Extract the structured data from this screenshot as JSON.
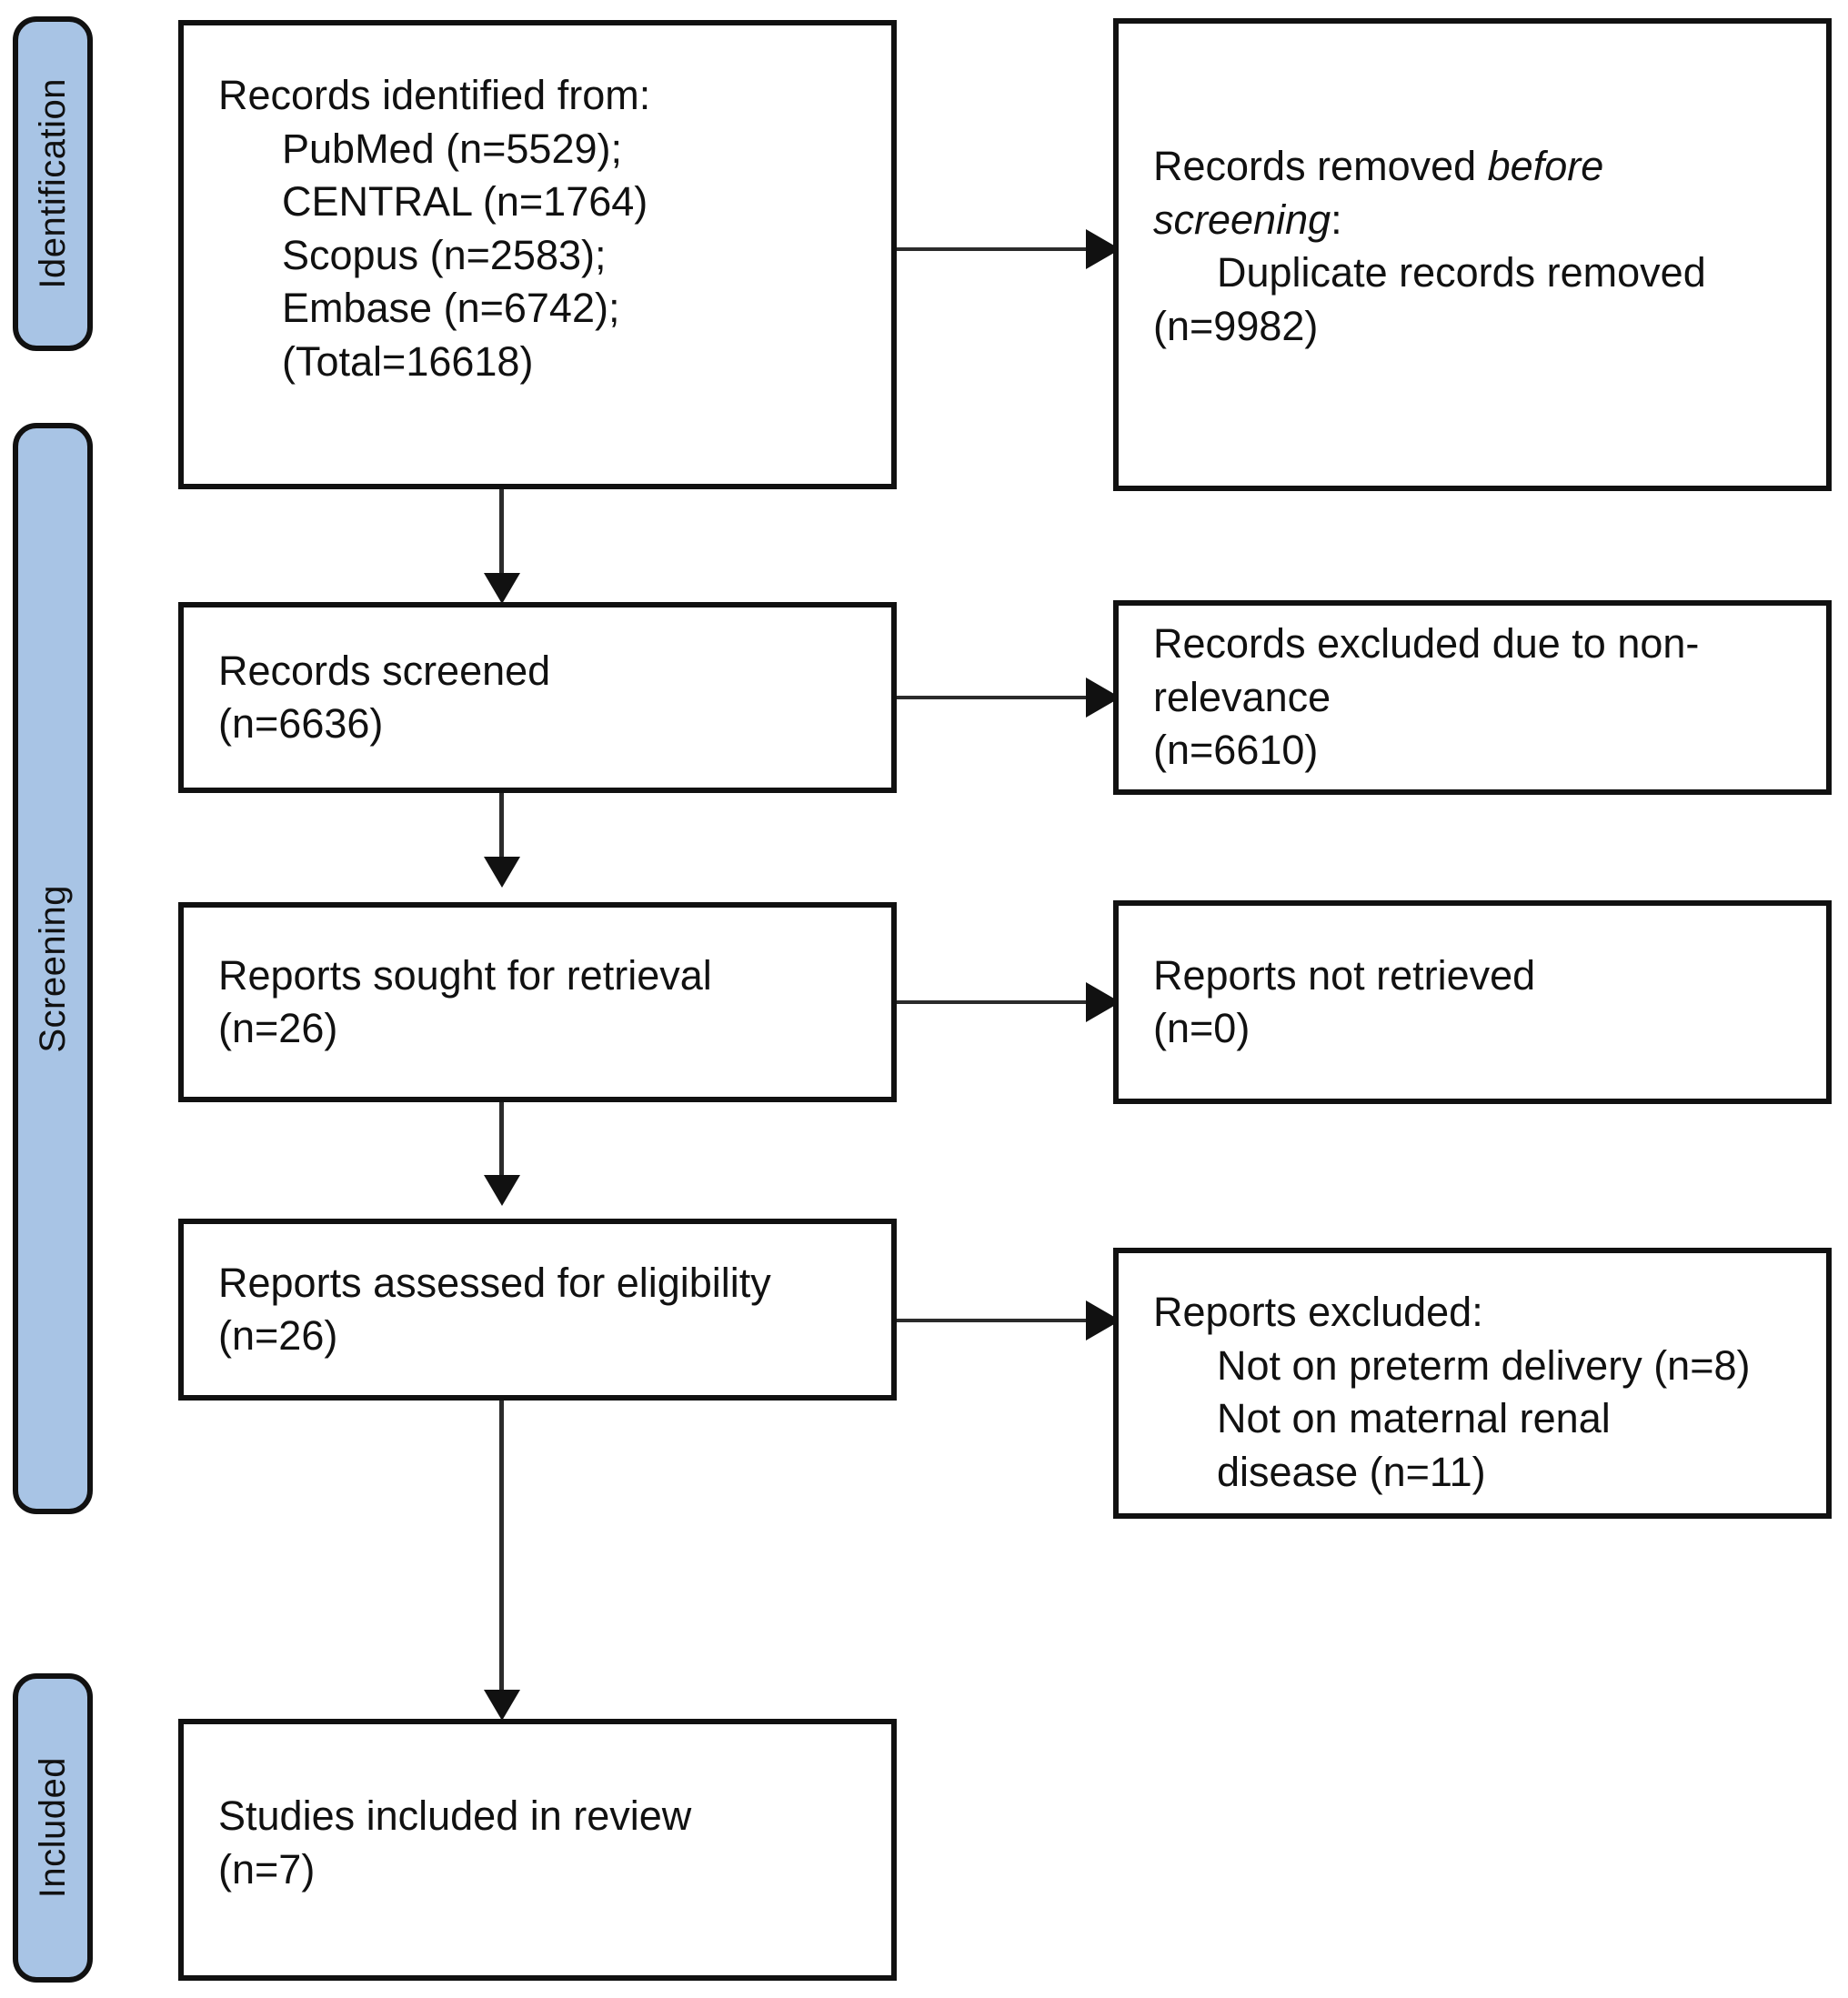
{
  "diagram": {
    "title": "PRISMA 2020 flow diagram",
    "accent_color": "#a8c4e5",
    "border_color": "#111111",
    "line_color": "#2b2b2b",
    "background_color": "#ffffff"
  },
  "phases": [
    {
      "id": "identification",
      "label": "Identification"
    },
    {
      "id": "screening",
      "label": "Screening"
    },
    {
      "id": "included",
      "label": "Included"
    }
  ],
  "boxes": {
    "identified": {
      "lines": [
        {
          "text": "Records identified from:",
          "indent": false,
          "italic": false
        },
        {
          "text": "PubMed (n=5529);",
          "indent": true,
          "italic": false
        },
        {
          "text": "CENTRAL (n=1764)",
          "indent": true,
          "italic": false
        },
        {
          "text": "Scopus (n=2583);",
          "indent": true,
          "italic": false
        },
        {
          "text": "Embase (n=6742);",
          "indent": true,
          "italic": false
        },
        {
          "text": "(Total=16618)",
          "indent": true,
          "italic": false
        }
      ]
    },
    "removed_before_screening": {
      "lines": [
        {
          "text": "Records removed ",
          "indent": false,
          "italic": false
        },
        {
          "text": "before",
          "indent": false,
          "italic": true
        },
        {
          "text": "screening",
          "indent": false,
          "italic": true
        },
        {
          "text": ":",
          "indent": false,
          "italic": false
        },
        {
          "text": "Duplicate records removed",
          "indent": true,
          "italic": false
        },
        {
          "text": "(n=9982)",
          "indent": false,
          "italic": false
        }
      ],
      "line1_plain": "Records removed ",
      "line1_italic": "before",
      "line2_italic": "screening",
      "line2_plain": ":",
      "line3": "Duplicate records removed",
      "line4": "(n=9982)"
    },
    "screened": {
      "lines": [
        {
          "text": "Records screened",
          "indent": false,
          "italic": false
        },
        {
          "text": "(n=6636)",
          "indent": false,
          "italic": false
        }
      ]
    },
    "excluded_nonrelevance": {
      "lines": [
        {
          "text": "Records excluded due to non-",
          "indent": false,
          "italic": false
        },
        {
          "text": "relevance",
          "indent": false,
          "italic": false
        },
        {
          "text": "(n=6610)",
          "indent": false,
          "italic": false
        }
      ]
    },
    "sought_retrieval": {
      "lines": [
        {
          "text": "Reports sought for retrieval",
          "indent": false,
          "italic": false
        },
        {
          "text": "(n=26)",
          "indent": false,
          "italic": false
        }
      ]
    },
    "not_retrieved": {
      "lines": [
        {
          "text": "Reports not retrieved",
          "indent": false,
          "italic": false
        },
        {
          "text": "(n=0)",
          "indent": false,
          "italic": false
        }
      ]
    },
    "assessed_eligibility": {
      "lines": [
        {
          "text": "Reports assessed for eligibility",
          "indent": false,
          "italic": false
        },
        {
          "text": "(n=26)",
          "indent": false,
          "italic": false
        }
      ]
    },
    "reports_excluded": {
      "lines": [
        {
          "text": "Reports excluded:",
          "indent": false,
          "italic": false
        },
        {
          "text": "Not on preterm delivery (n=8)",
          "indent": true,
          "italic": false
        },
        {
          "text": "Not on maternal renal",
          "indent": true,
          "italic": false
        },
        {
          "text": "disease (n=11)",
          "indent": true,
          "italic": false
        }
      ]
    },
    "included_studies": {
      "lines": [
        {
          "text": "Studies included in review",
          "indent": false,
          "italic": false
        },
        {
          "text": "(n=7)",
          "indent": false,
          "italic": false
        }
      ]
    }
  },
  "chart_data": {
    "type": "diagram",
    "title": "PRISMA 2020 flow diagram",
    "stages": [
      {
        "phase": "Identification",
        "label": "Records identified from databases",
        "n": 16618,
        "sources": [
          {
            "name": "PubMed",
            "n": 5529
          },
          {
            "name": "CENTRAL",
            "n": 1764
          },
          {
            "name": "Scopus",
            "n": 2583
          },
          {
            "name": "Embase",
            "n": 6742
          }
        ]
      },
      {
        "phase": "Identification",
        "label": "Duplicate records removed before screening",
        "n": 9982
      },
      {
        "phase": "Screening",
        "label": "Records screened",
        "n": 6636
      },
      {
        "phase": "Screening",
        "label": "Records excluded due to non-relevance",
        "n": 6610
      },
      {
        "phase": "Screening",
        "label": "Reports sought for retrieval",
        "n": 26
      },
      {
        "phase": "Screening",
        "label": "Reports not retrieved",
        "n": 0
      },
      {
        "phase": "Screening",
        "label": "Reports assessed for eligibility",
        "n": 26
      },
      {
        "phase": "Screening",
        "label": "Reports excluded: Not on preterm delivery",
        "n": 8
      },
      {
        "phase": "Screening",
        "label": "Reports excluded: Not on maternal renal disease",
        "n": 11
      },
      {
        "phase": "Included",
        "label": "Studies included in review",
        "n": 7
      }
    ]
  }
}
